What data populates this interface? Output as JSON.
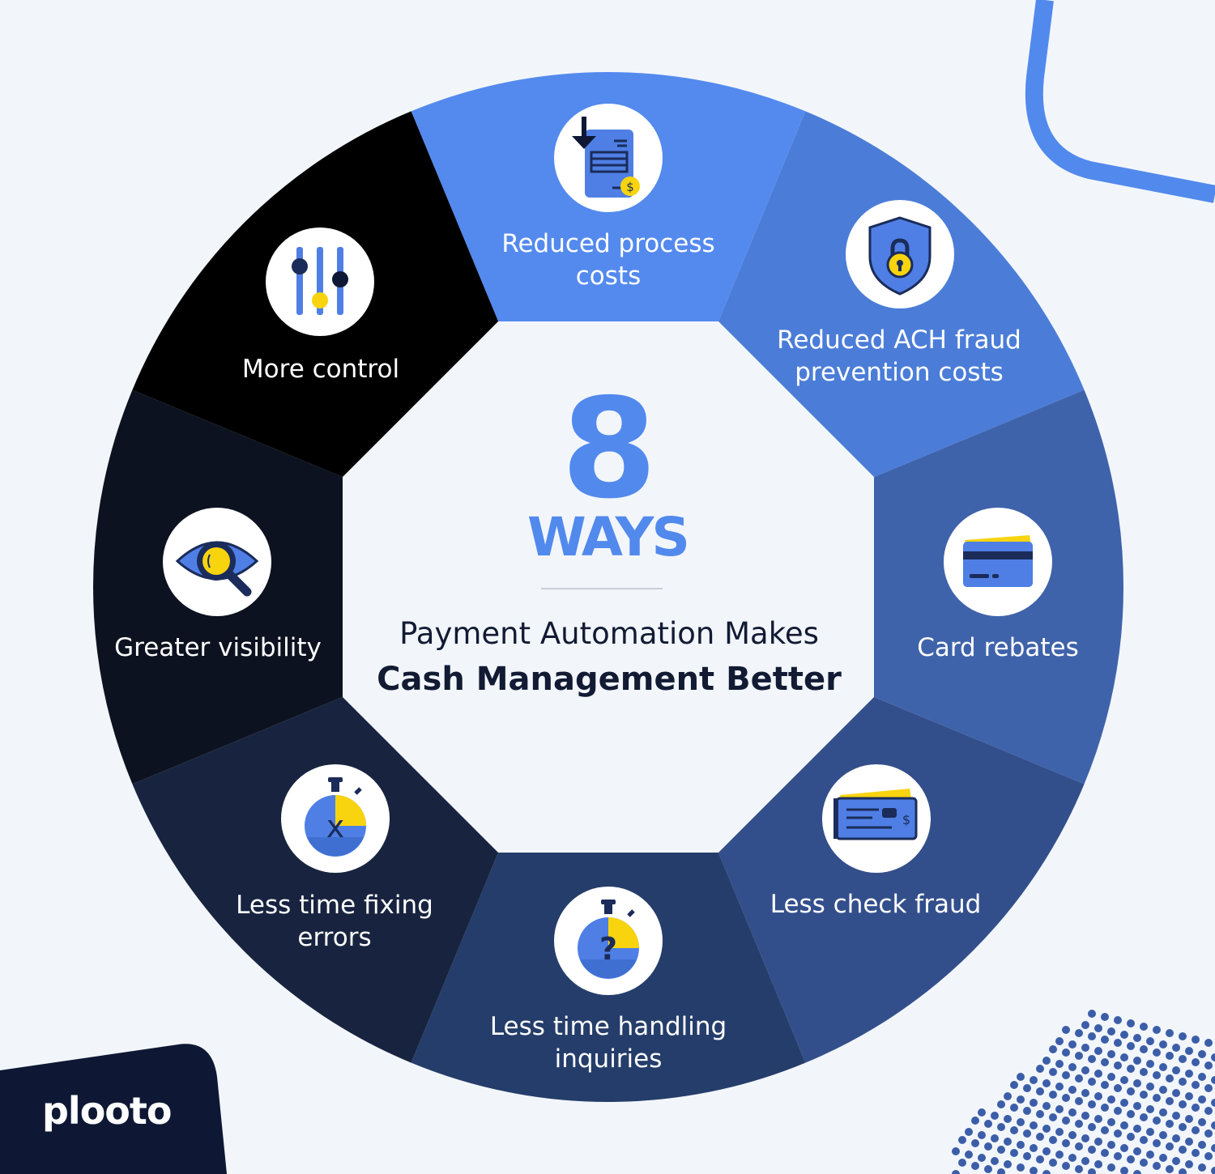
{
  "center": {
    "number": "8",
    "ways": "WAYS",
    "subtitle": "Payment Automation Makes",
    "headline": "Cash Management Better"
  },
  "segments": [
    {
      "label": "Reduced process\ncosts",
      "icon": "invoice-download-icon",
      "color": "#548aee"
    },
    {
      "label": "Reduced ACH fraud\nprevention costs",
      "icon": "shield-lock-icon",
      "color": "#4b7dd8"
    },
    {
      "label": "Card rebates",
      "icon": "credit-card-icon",
      "color": "#3f63aa"
    },
    {
      "label": "Less check fraud",
      "icon": "check-icon",
      "color": "#334f8b"
    },
    {
      "label": "Less time handling\ninquiries",
      "icon": "stopwatch-question-icon",
      "color": "#253d6a"
    },
    {
      "label": "Less time fixing\nerrors",
      "icon": "stopwatch-x-icon",
      "color": "#18243f"
    },
    {
      "label": "Greater visibility",
      "icon": "eye-magnifier-icon",
      "color": "#0d1220"
    },
    {
      "label": "More control",
      "icon": "sliders-icon",
      "color": "#000000"
    }
  ],
  "brand": {
    "logo_text": "plooto"
  },
  "colors": {
    "background": "#f2f6fb",
    "accent_blue": "#5289ed",
    "accent_yellow": "#f8d40f",
    "navy": "#0e1834",
    "text_dark": "#121b33"
  }
}
